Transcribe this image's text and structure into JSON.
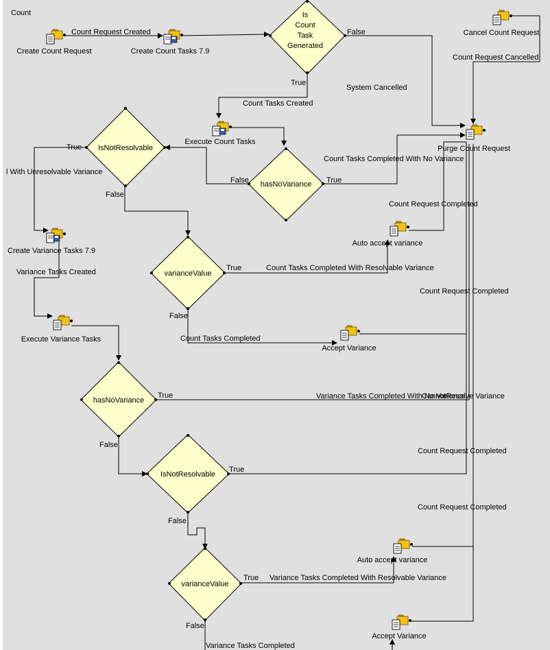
{
  "diagram": {
    "title": "Count",
    "task_nodes": [
      {
        "id": "create_count_request",
        "label": "Create Count Request"
      },
      {
        "id": "create_count_tasks",
        "label": "Create Count Tasks 7.9"
      },
      {
        "id": "cancel_count_request",
        "label": "Cancel Count Request"
      },
      {
        "id": "purge_count_request",
        "label": "Purge Count Request"
      },
      {
        "id": "execute_count_tasks",
        "label": "Execute Count Tasks"
      },
      {
        "id": "create_variance_tasks",
        "label": "Create Variance Tasks 7.9"
      },
      {
        "id": "auto_accept_variance_1",
        "label": "Auto accept variance"
      },
      {
        "id": "execute_variance_tasks",
        "label": "Execute Variance Tasks"
      },
      {
        "id": "accept_variance_1",
        "label": "Accept Variance"
      },
      {
        "id": "auto_accept_variance_2",
        "label": "Auto accept variance"
      },
      {
        "id": "accept_variance_2",
        "label": "Accept Variance"
      }
    ],
    "decision_nodes": [
      {
        "id": "is_count_task_generated",
        "label_lines": [
          "Is",
          "Count",
          "Task",
          "Generated"
        ]
      },
      {
        "id": "is_not_resolvable_1",
        "label_lines": [
          "IsNotResolvable"
        ]
      },
      {
        "id": "has_no_variance_1",
        "label_lines": [
          "hasNoVariance"
        ]
      },
      {
        "id": "variance_value_1",
        "label_lines": [
          "varianceValue"
        ]
      },
      {
        "id": "has_no_variance_2",
        "label_lines": [
          "hasNoVariance"
        ]
      },
      {
        "id": "is_not_resolvable_2",
        "label_lines": [
          "IsNotResolvable"
        ]
      },
      {
        "id": "variance_value_2",
        "label_lines": [
          "varianceValue"
        ]
      }
    ],
    "edge_labels": {
      "count_request_created": "Count Request Created",
      "false_1": "False",
      "true_1": "True",
      "count_request_cancelled": "Count Request Cancelled",
      "system_cancelled": "System Cancelled",
      "count_tasks_created": "Count Tasks Created",
      "true_2": "True",
      "false_2": "False",
      "true_3": "True",
      "unresolvable_variance": "l With Unresolvable Variance",
      "count_tasks_completed_no_variance": "Count Tasks Completed With No Variance",
      "false_3": "False",
      "count_request_completed_1": "Count Request Completed",
      "variance_tasks_created": "Variance Tasks Created",
      "true_4": "True",
      "count_tasks_completed_resolvable": "Count Tasks Completed With Resolvable Variance",
      "count_request_completed_2": "Count Request Completed",
      "false_4": "False",
      "count_tasks_completed": "Count Tasks Completed",
      "true_5": "True",
      "variance_tasks_completed_no_variance": "Variance Tasks Completed With No Variance",
      "cancel_resolve_variance": "CannotResolve Variance",
      "false_5": "False",
      "count_request_completed_3": "Count Request Completed",
      "true_6": "True",
      "count_request_completed_4": "Count Request Completed",
      "false_6": "False",
      "true_7": "True",
      "variance_tasks_completed_resolvable": "Variance Tasks Completed With Resolvable Variance",
      "false_7": "False",
      "variance_tasks_completed": "Variance Tasks Completed"
    }
  }
}
